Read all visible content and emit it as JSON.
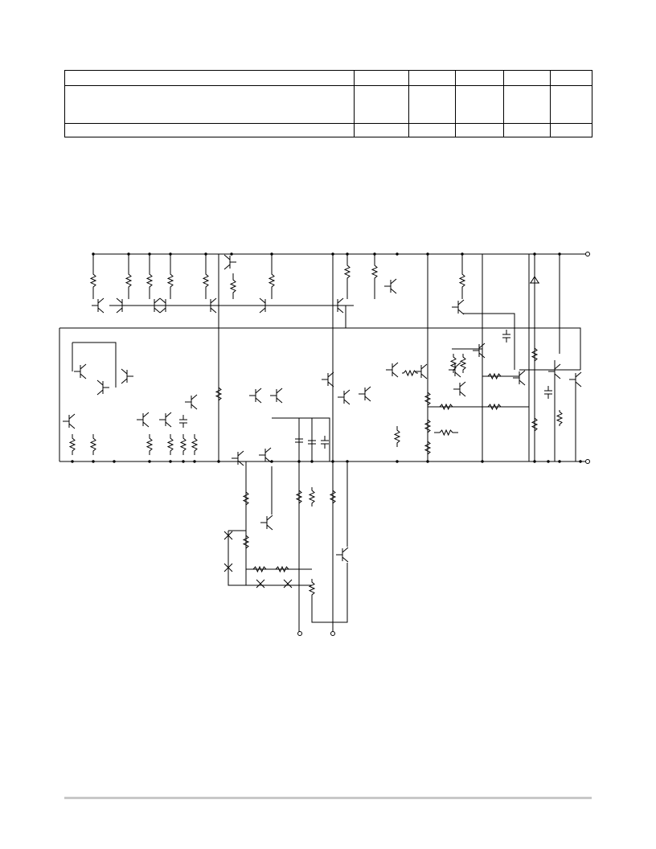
{
  "spec_table": {
    "rows": [
      [
        "",
        "",
        "",
        "",
        "",
        ""
      ],
      [
        "",
        "",
        "",
        "",
        "",
        ""
      ],
      [
        "",
        "",
        "",
        "",
        "",
        ""
      ]
    ]
  },
  "schematic": {
    "terminals": [
      "v-plus-terminal",
      "v-minus-terminal",
      "input-a-terminal",
      "input-b-terminal"
    ]
  },
  "colors": {
    "ink": "#000000",
    "rule": "#c8c8c8"
  }
}
